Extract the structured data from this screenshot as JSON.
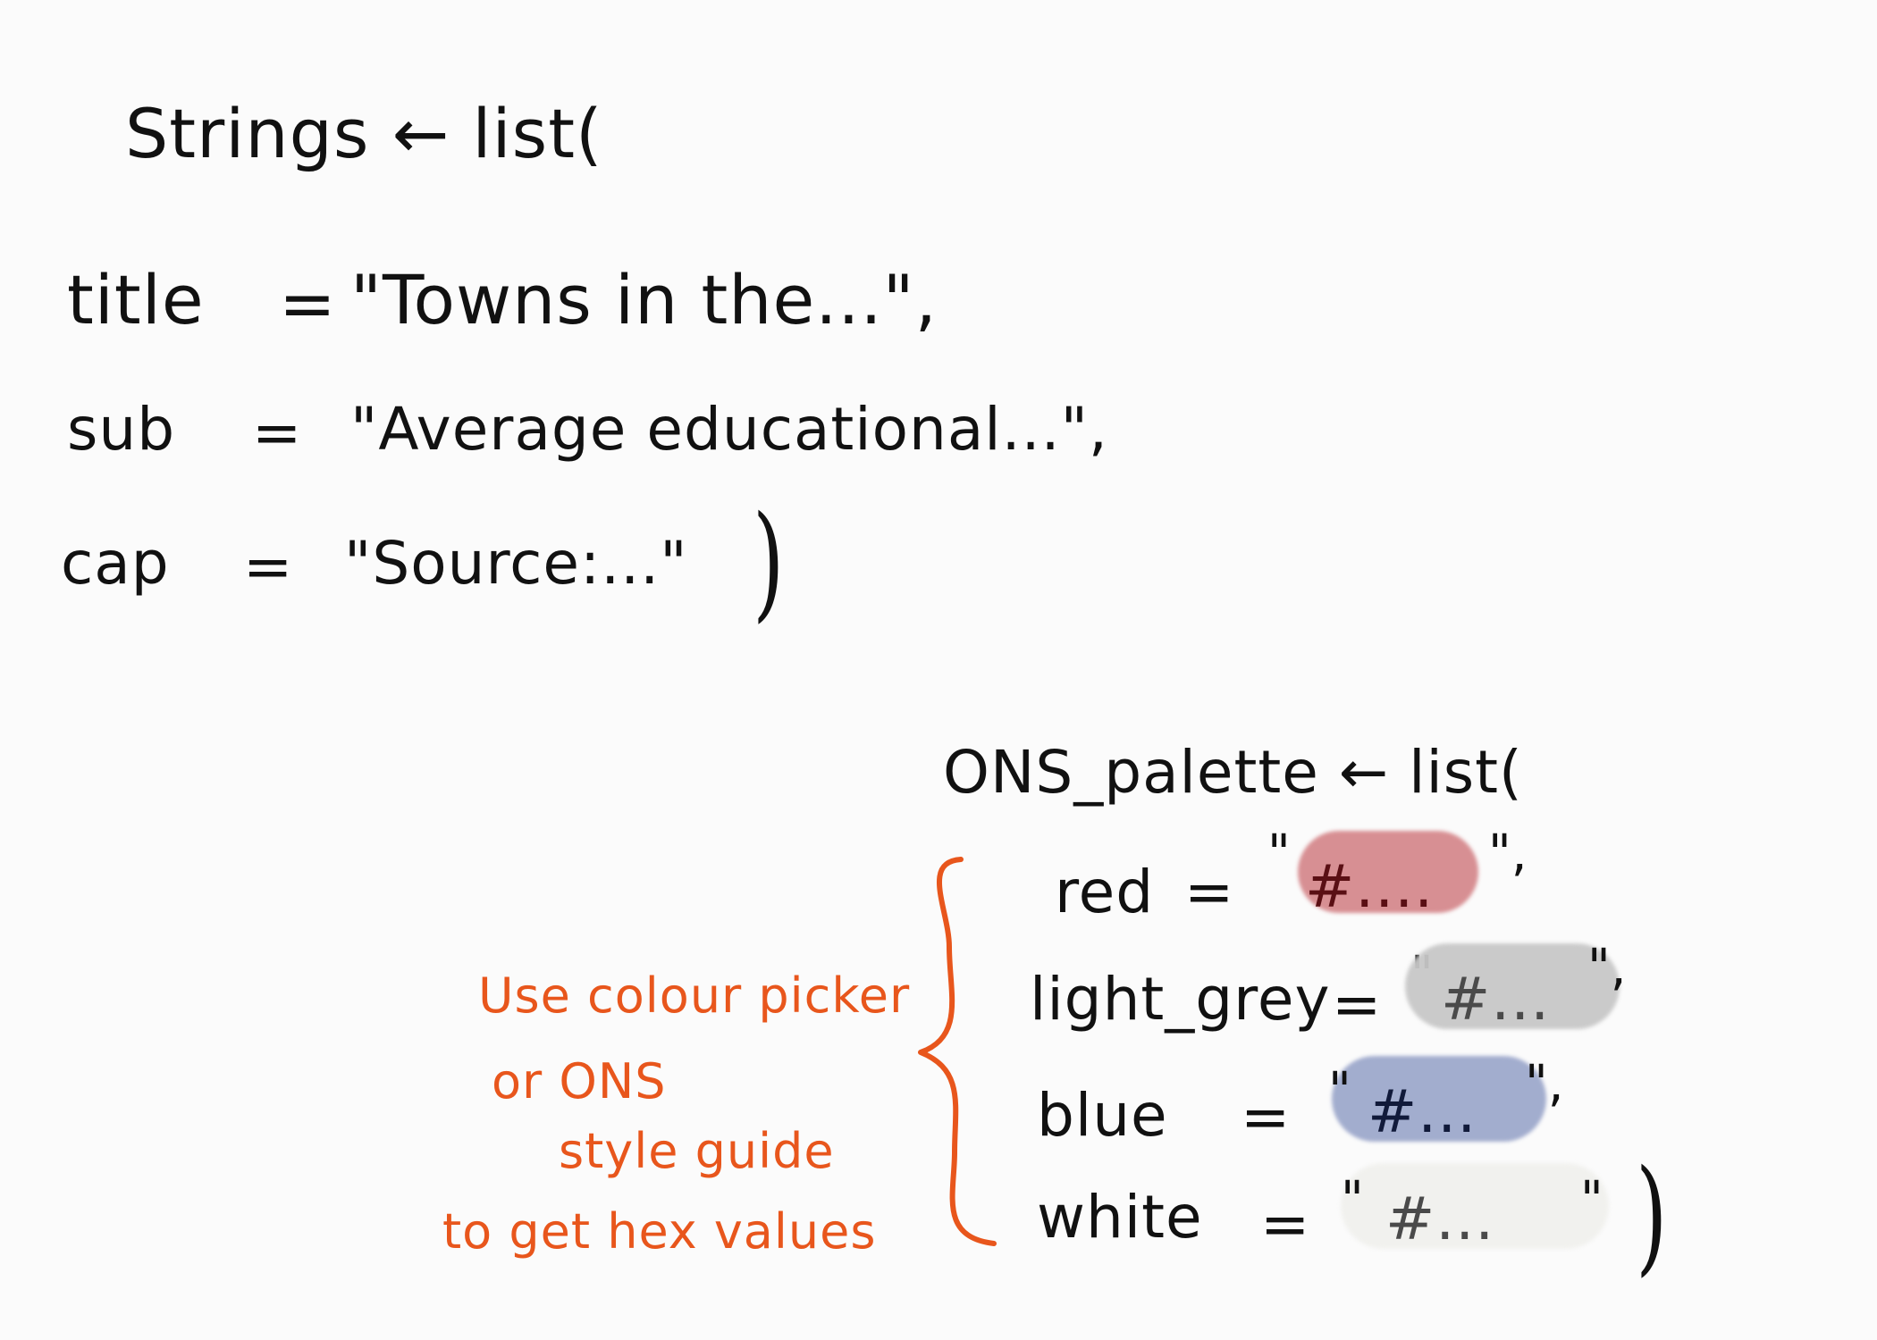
{
  "strings_block": {
    "header": "Strings ← list(",
    "rows": [
      {
        "key": "title",
        "eq": "=",
        "value": "\"Towns in the...\","
      },
      {
        "key": "sub",
        "eq": "=",
        "value": "\"Average educational...\","
      },
      {
        "key": "cap",
        "eq": "=",
        "value": "\"Source:...\""
      }
    ],
    "close": ")"
  },
  "palette_block": {
    "header": "ONS_palette ← list(",
    "rows": [
      {
        "key": "red",
        "eq": "=",
        "open_quote": "\"",
        "value": "#....",
        "close_quote": "\",",
        "swatch": "#d68a8e",
        "hash_color": "#5a0f14"
      },
      {
        "key": "light_grey",
        "eq": "=",
        "open_quote": "\"",
        "value": "#...",
        "close_quote": "\",",
        "swatch": "#c8c8c8",
        "hash_color": "#4a4a4a"
      },
      {
        "key": "blue",
        "eq": "=",
        "open_quote": "\"",
        "value": "#...",
        "close_quote": "\",",
        "swatch": "#9ea9cc",
        "hash_color": "#111a3a"
      },
      {
        "key": "white",
        "eq": "=",
        "open_quote": "\"",
        "value": "#...",
        "close_quote": "\"",
        "swatch": "#f1f1ee",
        "hash_color": "#4a4a4a"
      }
    ],
    "close": ")"
  },
  "note": {
    "lines": [
      "Use colour picker",
      "or ONS",
      "style guide",
      "to get hex values"
    ],
    "color": "#e8561c"
  }
}
